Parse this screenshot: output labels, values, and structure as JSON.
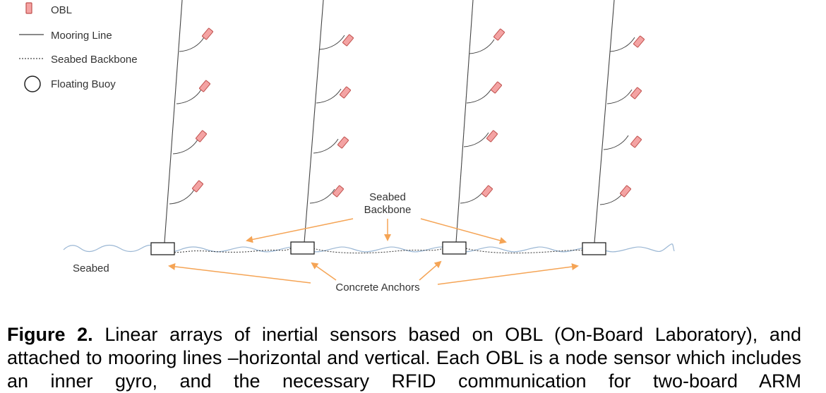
{
  "legend": {
    "obl": "OBL",
    "mooring_line": "Mooring Line",
    "seabed_backbone": "Seabed Backbone",
    "floating_buoy": "Floating Buoy"
  },
  "labels": {
    "seabed_backbone_line1": "Seabed",
    "seabed_backbone_line2": "Backbone",
    "seabed": "Seabed",
    "concrete_anchors": "Concrete Anchors"
  },
  "colors": {
    "obl_fill": "#f4a3a3",
    "obl_stroke": "#c0504d",
    "arrow": "#f5a455",
    "seabed_wave": "#9bb7d4",
    "line": "#444444"
  },
  "caption": {
    "label": "Figure 2.",
    "text": " Linear arrays of inertial sensors based on OBL (On-Board Laboratory), and attached to mooring lines –horizontal and vertical. Each OBL is a node sensor which includes an inner gyro, and the necessary RFID communication for two-board ARM"
  }
}
